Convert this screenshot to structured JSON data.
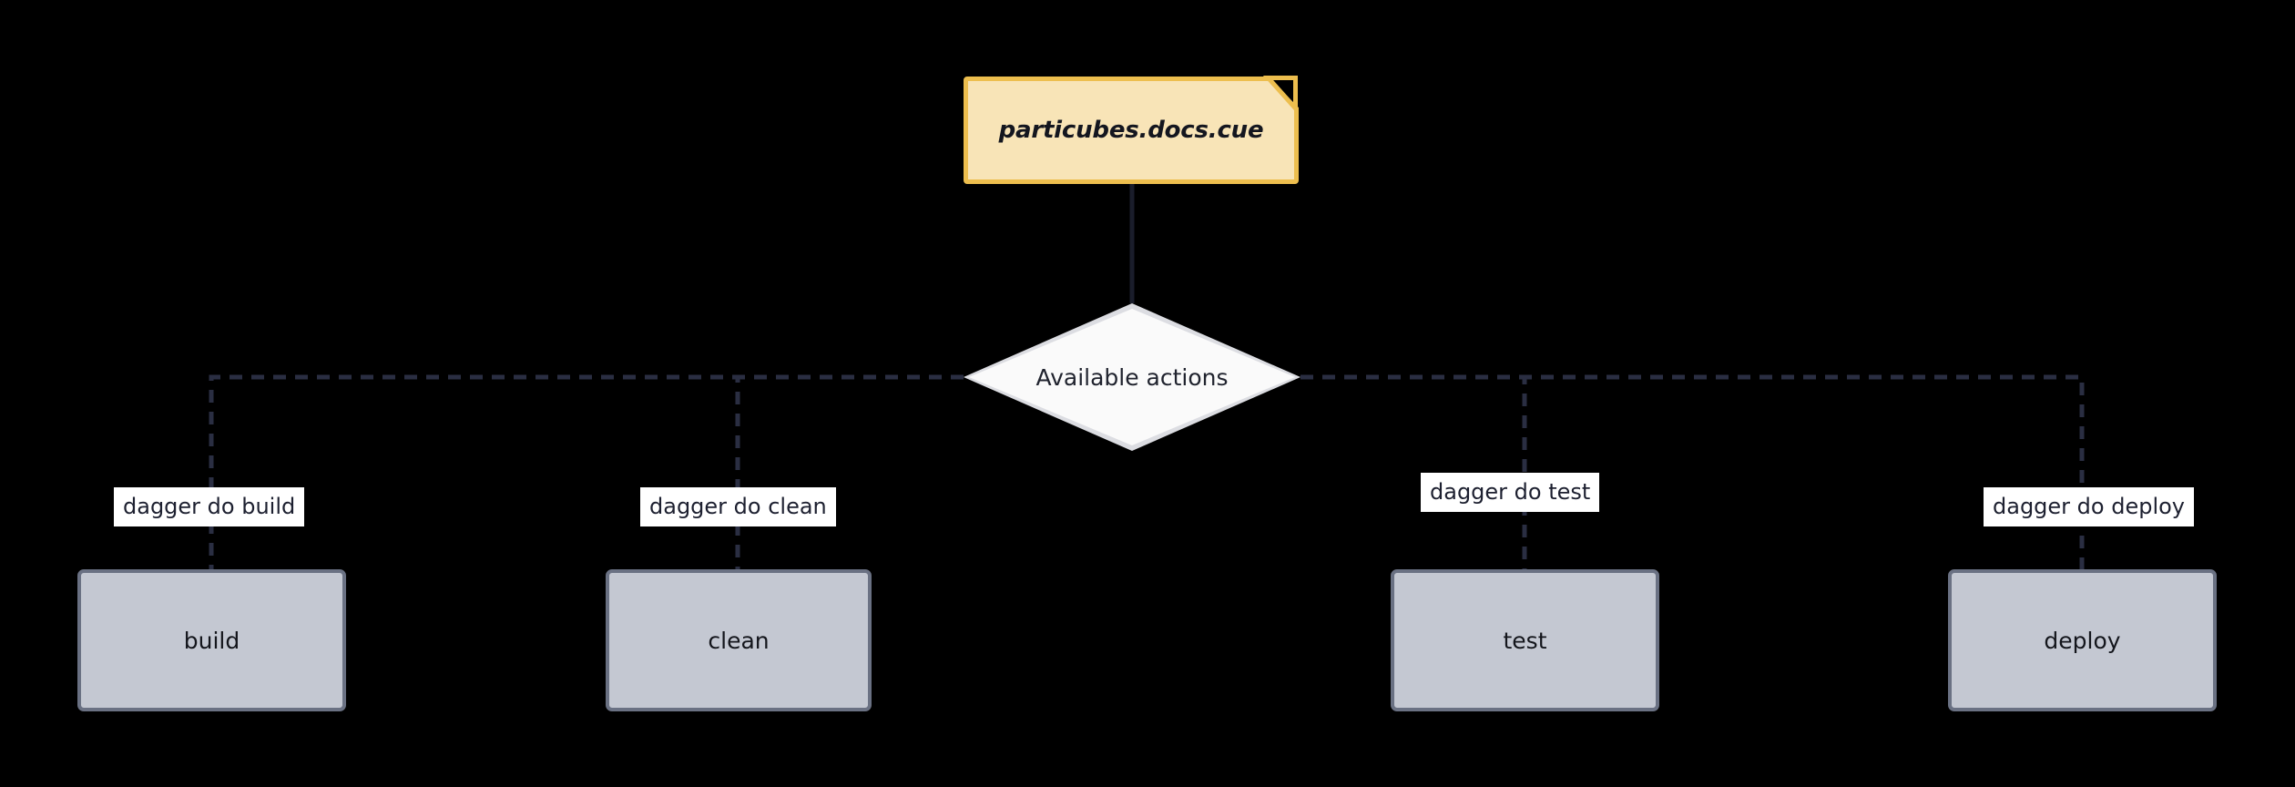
{
  "diagram": {
    "type": "flowchart",
    "background_color": "#000000",
    "note": {
      "label": "particubes.docs.cue",
      "fill": "#f8e4b7",
      "stroke": "#edbe4e",
      "text_color": "#14161f"
    },
    "decision": {
      "label": "Available actions",
      "fill": "#fafafa",
      "stroke": "#dcdde2",
      "text_color": "#20232e"
    },
    "connector": {
      "note_to_decision_color": "#1a1d2b",
      "branch_color": "#2a2e42",
      "branch_style": "dashed"
    },
    "actions": [
      {
        "id": "build",
        "node_label": "build",
        "edge_label": "dagger do build",
        "fill": "#c4c8d2",
        "stroke": "#6a7183"
      },
      {
        "id": "clean",
        "node_label": "clean",
        "edge_label": "dagger do clean",
        "fill": "#c4c8d2",
        "stroke": "#6a7183"
      },
      {
        "id": "test",
        "node_label": "test",
        "edge_label": "dagger do test",
        "fill": "#c4c8d2",
        "stroke": "#6a7183"
      },
      {
        "id": "deploy",
        "node_label": "deploy",
        "edge_label": "dagger do deploy",
        "fill": "#c4c8d2",
        "stroke": "#6a7183"
      }
    ]
  }
}
